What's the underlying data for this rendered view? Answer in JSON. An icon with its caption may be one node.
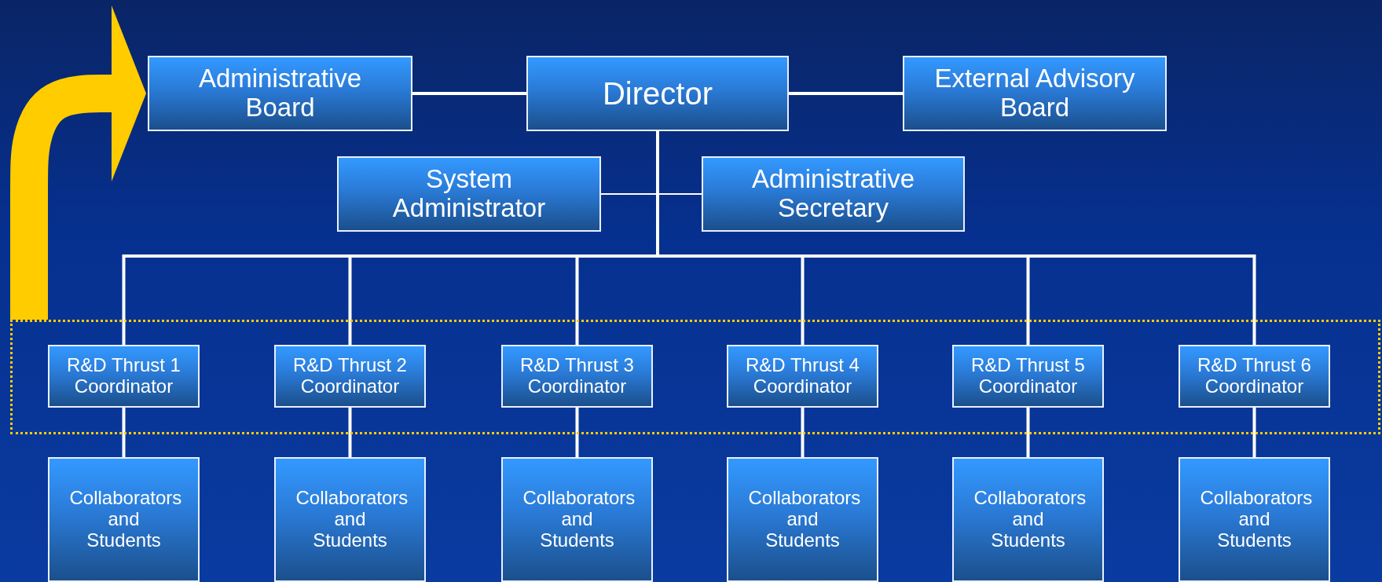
{
  "diagram": {
    "nodes": [
      {
        "text": [
          "Administrative Board"
        ]
      },
      {
        "text": [
          "Director"
        ]
      },
      {
        "text": [
          "External Advisory Board"
        ]
      },
      {
        "text": [
          "System Administrator"
        ]
      },
      {
        "text": [
          "Administrative Secretary"
        ]
      },
      {
        "text": [],
        "shape": "box"
      },
      {
        "text": [
          "R&D Thrust 1 Coordinator"
        ],
        "in": 5
      },
      {
        "text": [
          "R&D Thrust 2 Coordinator"
        ],
        "in": 5
      },
      {
        "text": [
          "R&D Thrust 3 Coordinator"
        ],
        "in": 5
      },
      {
        "text": [
          "R&D Thrust 4 Coordinator"
        ],
        "in": 5
      },
      {
        "text": [
          "R&D Thrust 5 Coordinator"
        ],
        "in": 5
      },
      {
        "text": [
          "R&D Thrust 6 Coordinator"
        ],
        "in": 5
      },
      {
        "text": [
          "Collaborators and Students"
        ]
      },
      {
        "text": [
          "Collaborators and Students"
        ]
      },
      {
        "text": [
          "Collaborators and Students"
        ]
      },
      {
        "text": [
          "Collaborators and Students"
        ]
      },
      {
        "text": [
          "Collaborators and Students"
        ]
      },
      {
        "text": [
          "Collaborators and Students"
        ]
      }
    ],
    "edges": [
      {
        "from": 1,
        "to": 0,
        "arrow": "none"
      },
      {
        "from": 1,
        "to": 2,
        "arrow": "none"
      },
      {
        "from": 1,
        "to": 3,
        "arrow": "none"
      },
      {
        "from": 1,
        "to": 4,
        "arrow": "none"
      },
      {
        "from": 1,
        "to": 6,
        "arrow": "none"
      },
      {
        "from": 1,
        "to": 7,
        "arrow": "none"
      },
      {
        "from": 1,
        "to": 8,
        "arrow": "none"
      },
      {
        "from": 1,
        "to": 9,
        "arrow": "none"
      },
      {
        "from": 1,
        "to": 10,
        "arrow": "none"
      },
      {
        "from": 1,
        "to": 11,
        "arrow": "none"
      },
      {
        "from": 6,
        "to": 12,
        "arrow": "none"
      },
      {
        "from": 7,
        "to": 13,
        "arrow": "none"
      },
      {
        "from": 8,
        "to": 14,
        "arrow": "none"
      },
      {
        "from": 9,
        "to": 15,
        "arrow": "none"
      },
      {
        "from": 10,
        "to": 16,
        "arrow": "none"
      },
      {
        "from": 11,
        "to": 17,
        "arrow": "none"
      },
      {
        "from": 5,
        "to": 0,
        "arrow": "to",
        "style": "thick",
        "color": "#ffcc00"
      }
    ]
  }
}
